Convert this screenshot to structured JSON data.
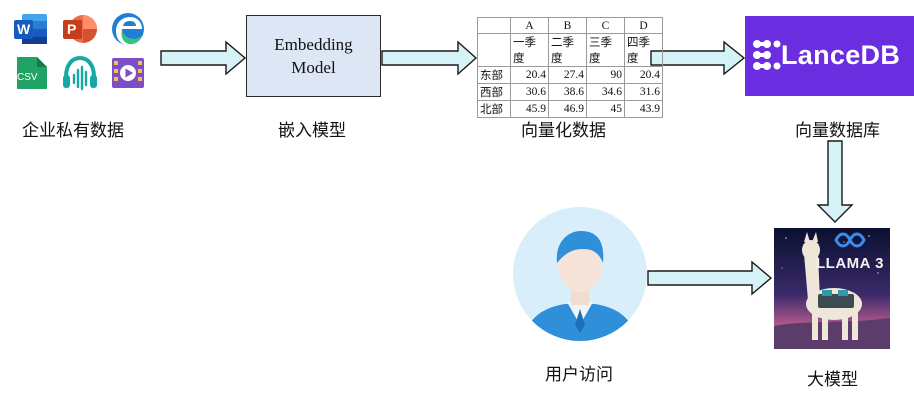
{
  "diagram": {
    "stages": {
      "private_data": {
        "label": "企业私有数据",
        "icons": [
          "word-icon",
          "powerpoint-icon",
          "edge-icon",
          "csv-icon",
          "audio-icon",
          "video-icon"
        ],
        "csv_text": "CSV",
        "word_letter": "W",
        "ppt_letter": "P"
      },
      "embedding": {
        "label": "嵌入模型",
        "box_line1": "Embedding",
        "box_line2": "Model"
      },
      "vector_data": {
        "label": "向量化数据",
        "table": {
          "columns": [
            "",
            "A",
            "B",
            "C",
            "D"
          ],
          "header_row": [
            "",
            "一季度",
            "二季度",
            "三季度",
            "四季度"
          ],
          "rows": [
            {
              "name": "东部",
              "values": [
                "20.4",
                "27.4",
                "90",
                "20.4"
              ]
            },
            {
              "name": "西部",
              "values": [
                "30.6",
                "38.6",
                "34.6",
                "31.6"
              ]
            },
            {
              "name": "北部",
              "values": [
                "45.9",
                "46.9",
                "45",
                "43.9"
              ]
            }
          ]
        }
      },
      "vector_db": {
        "label": "向量数据库",
        "logo_text": "LanceDB"
      },
      "user": {
        "label": "用户访问"
      },
      "llm": {
        "label": "大模型",
        "logo_text": "LLAMA 3"
      }
    },
    "colors": {
      "arrow_fill": "#d5f3f6",
      "arrow_stroke": "#1a1a1a",
      "embed_box": "#dde6f4",
      "lancedb_purple": "#6a2ee0",
      "avatar_bg": "#d8eefa",
      "avatar_person": "#2f8fd8"
    }
  }
}
